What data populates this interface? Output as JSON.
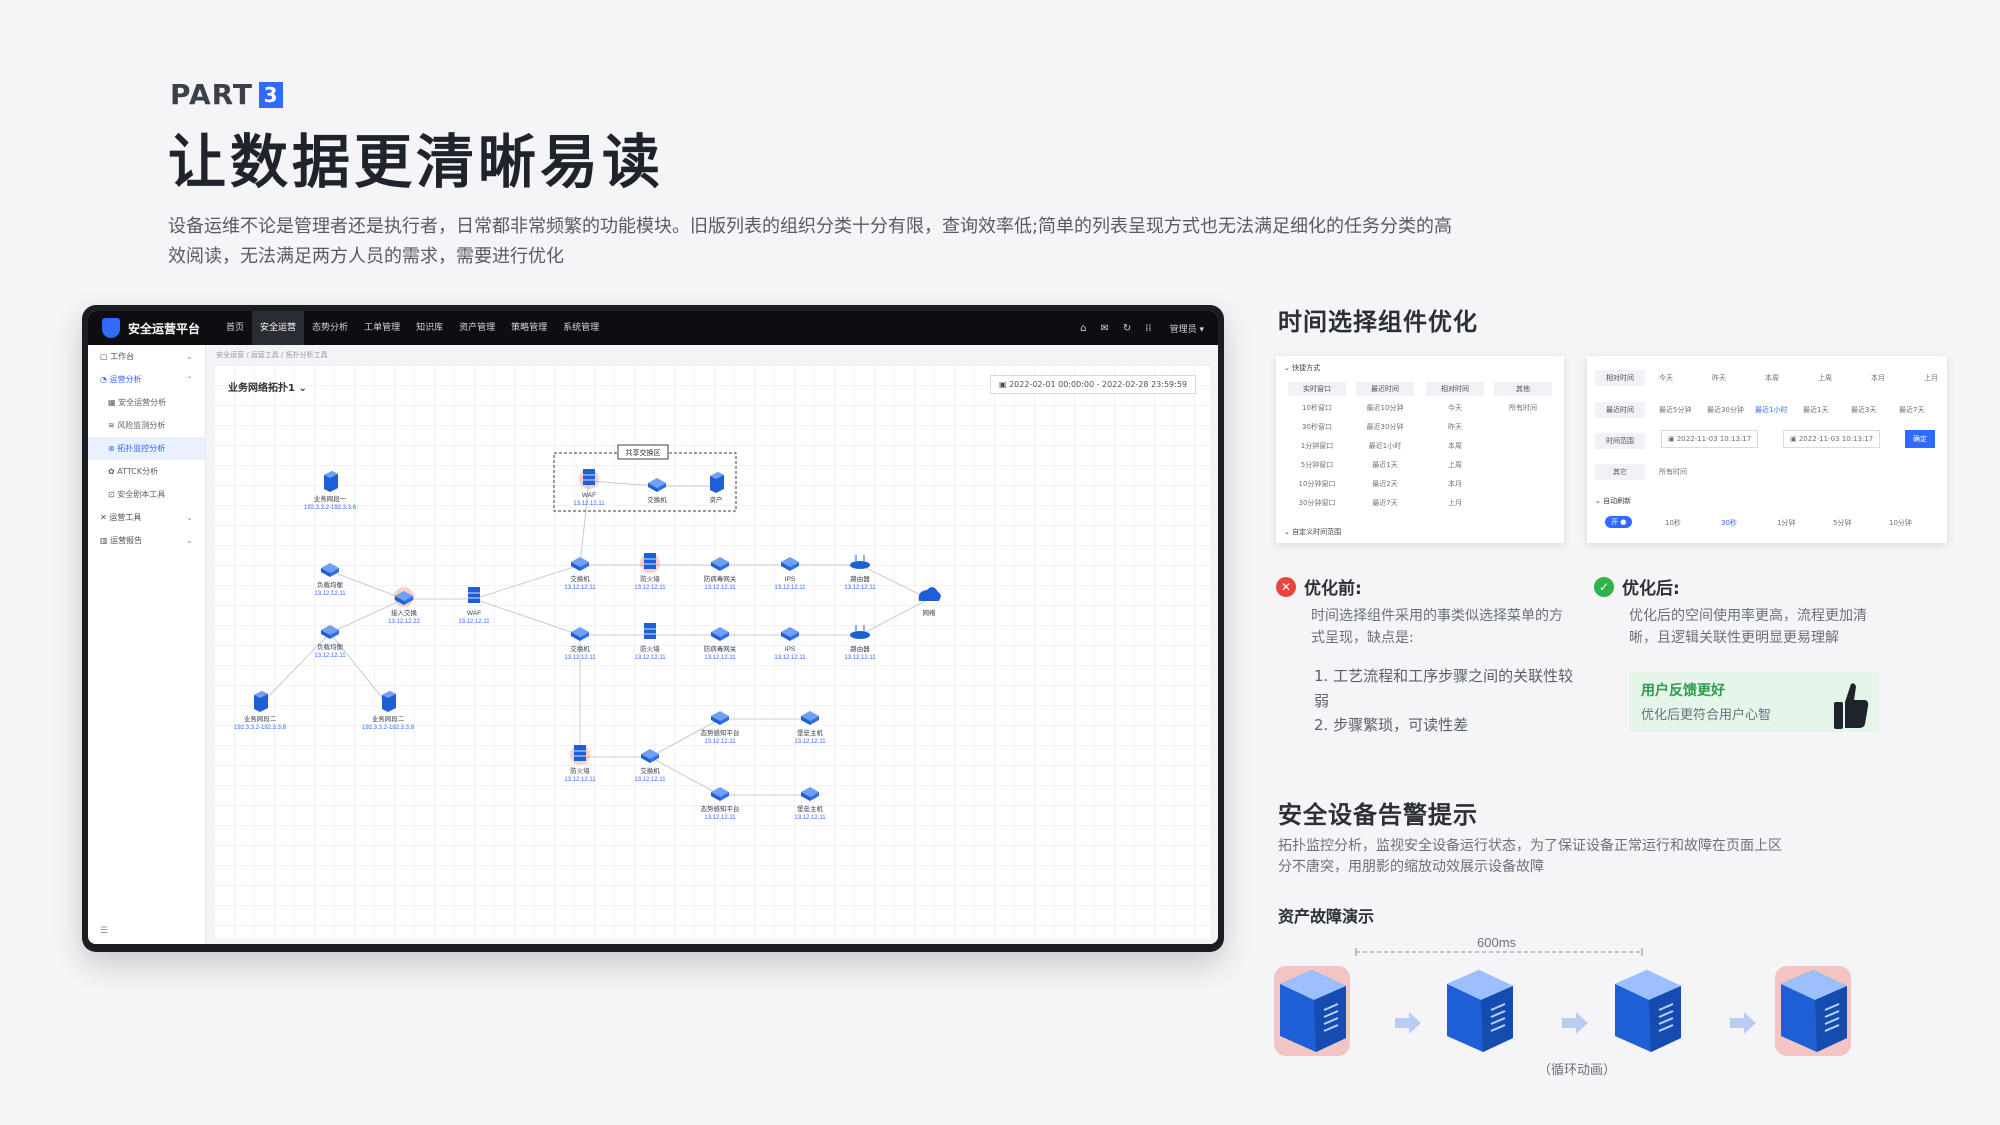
{
  "header": {
    "part_label": "PART",
    "part_number": "3",
    "headline": "让数据更清晰易读",
    "intro": "设备运维不论是管理者还是执行者，日常都非常频繁的功能模块。旧版列表的组织分类十分有限，查询效率低;简单的列表呈现方式也无法满足细化的任务分类的高效阅读，无法满足两方人员的需求，需要进行优化"
  },
  "app": {
    "brand": "安全运营平台",
    "nav": [
      "首页",
      "安全运营",
      "态势分析",
      "工单管理",
      "知识库",
      "资产管理",
      "策略管理",
      "系统管理"
    ],
    "user": "管理员",
    "sidebar": [
      {
        "label": "工作台"
      },
      {
        "label": "运营分析"
      },
      {
        "label": "安全运营分析"
      },
      {
        "label": "风险监测分析"
      },
      {
        "label": "拓扑监控分析"
      },
      {
        "label": "ATTCK分析"
      },
      {
        "label": "安全剧本工具"
      },
      {
        "label": "运营工具"
      },
      {
        "label": "运营报告"
      }
    ],
    "breadcrumb": "安全运营  /  运营工具  /  拓扑分析工具",
    "panel_title": "业务网络拓扑1",
    "date_range": "2022-02-01 00:00:00 - 2022-02-28 23:59:59",
    "topology": {
      "nodes": [
        {
          "name": "业务网段一",
          "ip": "192.3.3.2-192.3.3.8",
          "kind": "server"
        },
        {
          "name": "负载均衡",
          "ip": "13.12.12.11",
          "kind": "switch"
        },
        {
          "name": "负载均衡",
          "ip": "13.12.12.11",
          "kind": "switch"
        },
        {
          "name": "业务网段二",
          "ip": "192.3.3.2-192.3.3.8",
          "kind": "server"
        },
        {
          "name": "业务网段二",
          "ip": "192.3.3.2-192.3.3.8",
          "kind": "server"
        },
        {
          "name": "接入交换",
          "ip": "13.12.12.22",
          "kind": "switch-alert"
        },
        {
          "name": "WAF",
          "ip": "13.12.12.11",
          "kind": "firewall"
        },
        {
          "name": "WAF",
          "ip": "13.12.12.11",
          "kind": "firewall-alert"
        },
        {
          "name": "交换机",
          "ip": "",
          "kind": "switch"
        },
        {
          "name": "资产",
          "ip": "",
          "kind": "server"
        },
        {
          "name": "交换机",
          "ip": "13.12.12.11",
          "kind": "switch"
        },
        {
          "name": "防火墙",
          "ip": "13.12.12.11",
          "kind": "firewall-alert"
        },
        {
          "name": "防病毒网关",
          "ip": "13.12.12.11",
          "kind": "switch"
        },
        {
          "name": "IPS",
          "ip": "13.12.12.11",
          "kind": "switch"
        },
        {
          "name": "路由器",
          "ip": "13.12.12.11",
          "kind": "router"
        },
        {
          "name": "交换机",
          "ip": "13.12.12.11",
          "kind": "switch"
        },
        {
          "name": "防火墙",
          "ip": "13.12.12.11",
          "kind": "firewall"
        },
        {
          "name": "防病毒网关",
          "ip": "13.12.12.11",
          "kind": "switch"
        },
        {
          "name": "IPS",
          "ip": "13.12.12.11",
          "kind": "switch"
        },
        {
          "name": "路由器",
          "ip": "13.12.12.11",
          "kind": "router"
        },
        {
          "name": "网络",
          "ip": "",
          "kind": "cloud"
        },
        {
          "name": "防火墙",
          "ip": "13.12.12.11",
          "kind": "firewall-alert"
        },
        {
          "name": "交换机",
          "ip": "13.12.12.11",
          "kind": "switch"
        },
        {
          "name": "态势感知平台",
          "ip": "13.12.12.11",
          "kind": "switch"
        },
        {
          "name": "堡垒主机",
          "ip": "13.12.12.11",
          "kind": "switch"
        },
        {
          "name": "态势感知平台",
          "ip": "13.12.12.11",
          "kind": "switch"
        },
        {
          "name": "堡垒主机",
          "ip": "13.12.12.11",
          "kind": "switch"
        }
      ],
      "zone_label": "共享交换区"
    }
  },
  "time_picker": {
    "title": "时间选择组件优化",
    "before_card": {
      "header": "快捷方式",
      "tabs": [
        "实时窗口",
        "最近时间",
        "相对时间",
        "其他"
      ],
      "col1": [
        "10秒窗口",
        "30秒窗口",
        "1分钟窗口",
        "5分钟窗口",
        "10分钟窗口",
        "30分钟窗口"
      ],
      "col2": [
        "最近10分钟",
        "最近30分钟",
        "最近1小时",
        "最近1天",
        "最近2天",
        "最近7天"
      ],
      "col3": [
        "今天",
        "昨天",
        "本周",
        "上周",
        "本月",
        "上月"
      ],
      "col4": [
        "所有时间"
      ],
      "footer": "自定义时间范围"
    },
    "after_card": {
      "row1_label": "相对时间",
      "row1": [
        "今天",
        "昨天",
        "本周",
        "上周",
        "本月",
        "上月"
      ],
      "row2_label": "最近时间",
      "row2": [
        "最近5分钟",
        "最近30分钟",
        "最近1小时",
        "最近1天",
        "最近3天",
        "最近7天"
      ],
      "row3_label": "时间范围",
      "start": "2022-11-03 10:13:17",
      "end": "2022-11-03 10:13:17",
      "confirm": "确定",
      "row4_label": "其它",
      "row4": "所有时间",
      "auto_label": "自动刷新",
      "toggle": "开",
      "intervals": [
        "10秒",
        "30秒",
        "1分钟",
        "5分钟",
        "10分钟"
      ]
    },
    "before": {
      "title": "优化前:",
      "text": "时间选择组件采用的事类似选择菜单的方式呈现，缺点是:",
      "points": [
        "1. 工艺流程和工序步骤之间的关联性较弱",
        "2. 步骤繁琐，可读性差"
      ]
    },
    "after": {
      "title": "优化后:",
      "text": "优化后的空间使用率更高，流程更加清晰，且逻辑关联性更明显更易理解",
      "feedback_title": "用户反馈更好",
      "feedback_sub": "优化后更符合用户心智"
    }
  },
  "alert": {
    "title": "安全设备告警提示",
    "desc": "拓扑监控分析，监视安全设备运行状态，为了保证设备正常运行和故障在页面上区分不唐突，用朋影的缩放动效展示设备故障",
    "demo_title": "资产故障演示",
    "duration": "600ms",
    "loop": "（循环动画）"
  },
  "colors": {
    "accent": "#2f6bff",
    "danger": "#e8453c",
    "success": "#2fb34a",
    "device": "#1f5fd6"
  }
}
